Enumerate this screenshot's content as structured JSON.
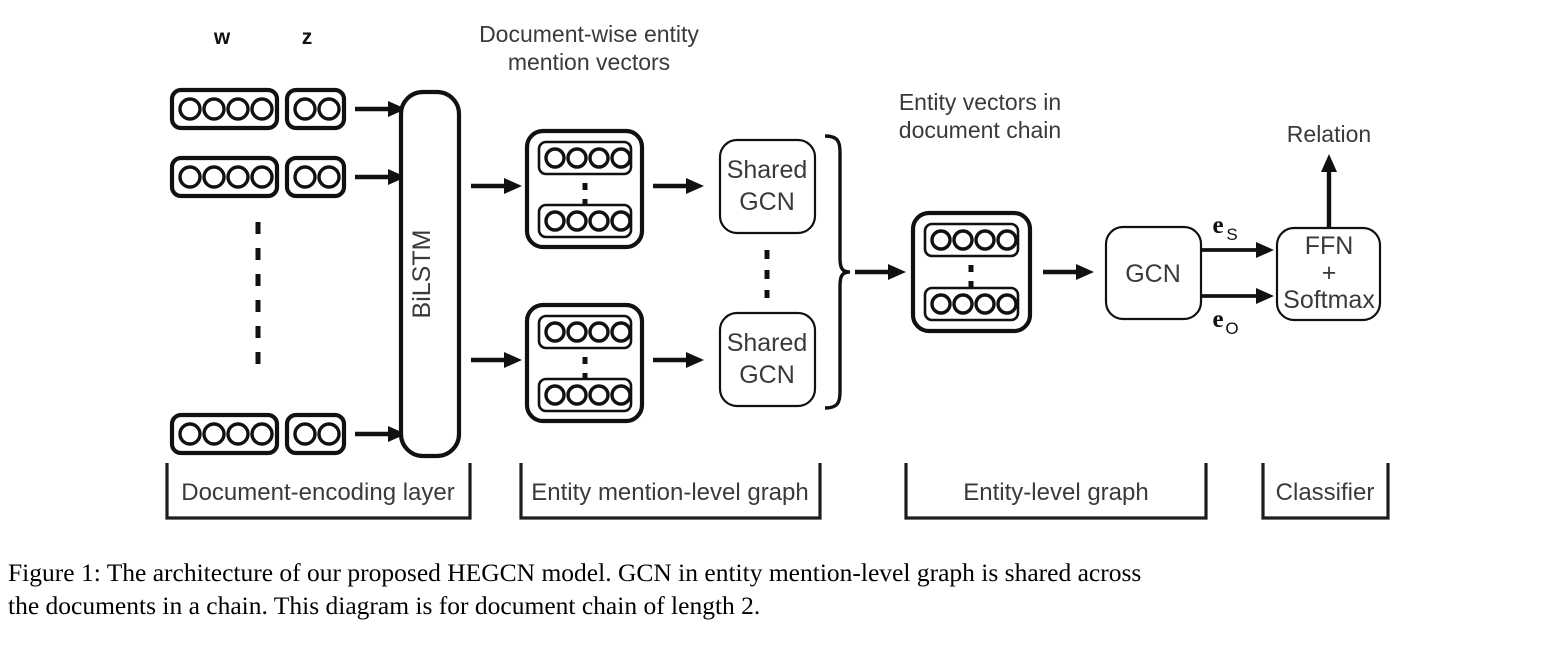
{
  "figure": {
    "caption_line1": "Figure 1: The architecture of our proposed HEGCN model.  GCN in entity mention-level graph is shared across",
    "caption_line2": "the documents in a chain. This diagram is for document chain of length 2."
  },
  "colors": {
    "stroke": "#111111",
    "text": "#3a3a3a",
    "background": "#ffffff"
  },
  "inputs": {
    "header_w": "w",
    "header_z": "z",
    "rows": [
      {
        "w_units": 4,
        "z_units": 2
      },
      {
        "w_units": 4,
        "z_units": 2
      },
      {
        "w_units": 4,
        "z_units": 2
      }
    ]
  },
  "encoder": {
    "label": "BiLSTM"
  },
  "mention_graph": {
    "note": "Document-wise entity\nmention vectors",
    "note_line1": "Document-wise entity",
    "note_line2": "mention vectors",
    "vector_boxes": [
      {
        "top_units": 4,
        "bottom_units": 4
      },
      {
        "top_units": 4,
        "bottom_units": 4
      }
    ],
    "gcn_label_line1": "Shared",
    "gcn_label_line2": "GCN"
  },
  "entity_graph": {
    "note_line1": "Entity vectors in",
    "note_line2": "document chain",
    "vector_box": {
      "top_units": 4,
      "bottom_units": 4
    },
    "gcn_label": "GCN",
    "edge_subject": "e",
    "edge_subject_sub": "S",
    "edge_object": "e",
    "edge_object_sub": "O"
  },
  "classifier": {
    "output_label": "Relation",
    "box_line1": "FFN",
    "box_line2": "+",
    "box_line3": "Softmax"
  },
  "stage_brackets": [
    {
      "label": "Document-encoding layer"
    },
    {
      "label": "Entity mention-level graph"
    },
    {
      "label": "Entity-level graph"
    },
    {
      "label": "Classifier"
    }
  ]
}
